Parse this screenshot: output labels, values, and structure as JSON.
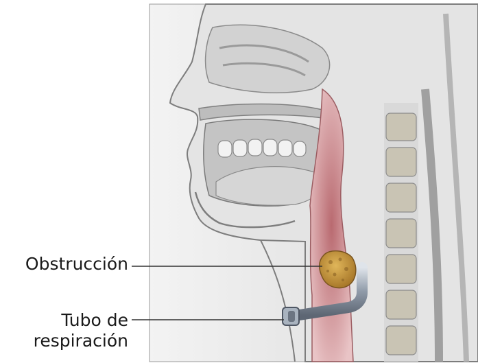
{
  "labels": {
    "obstruction": "Obstrucción",
    "breathing_tube_line1": "Tubo de",
    "breathing_tube_line2": "respiración"
  },
  "colors": {
    "tissue_gray": "#c9c9c9",
    "airway_red": "#c9868a",
    "obstruction_gold": "#c99a3a",
    "tube_steel": "#8f9aa8",
    "leader_line": "#333333"
  }
}
